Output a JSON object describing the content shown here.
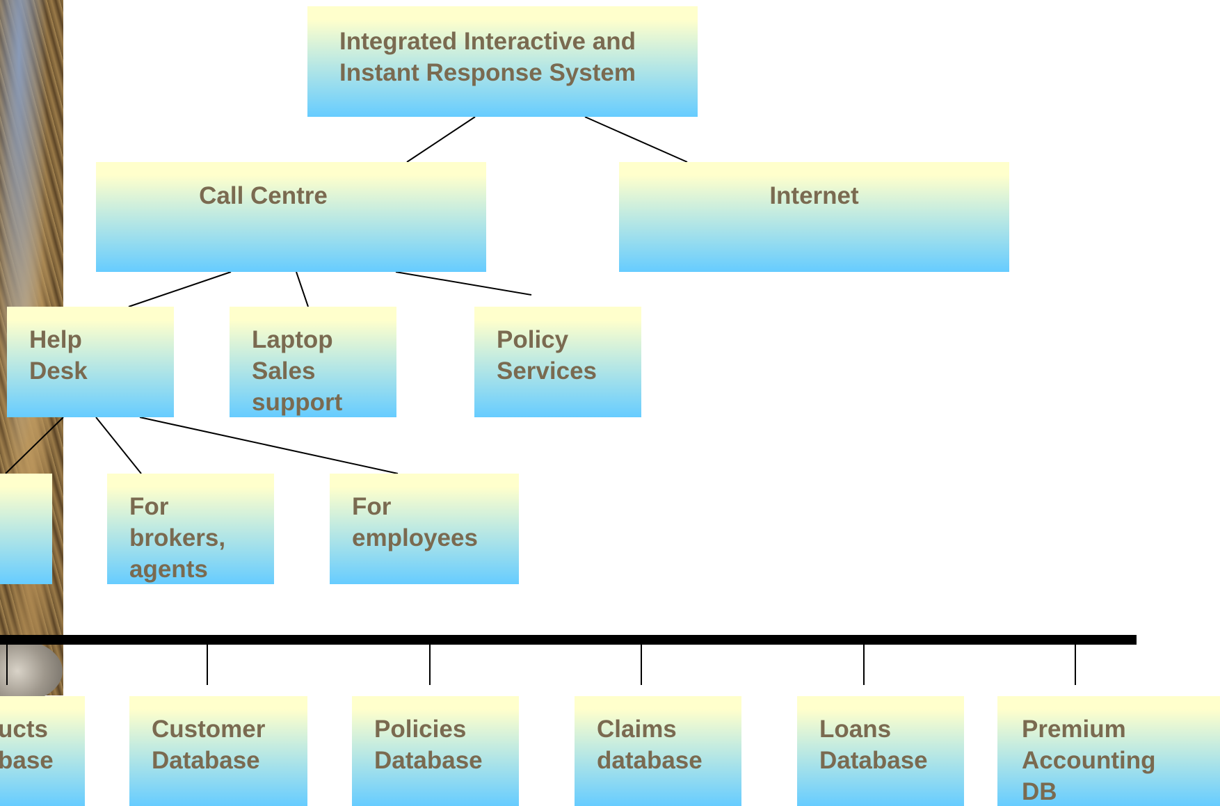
{
  "diagram": {
    "root": {
      "label_line1": "Integrated Interactive and",
      "label_line2": "Instant Response System"
    },
    "level1": {
      "call_centre": "Call Centre",
      "internet": "Internet"
    },
    "level2": {
      "help_desk": [
        "Help",
        "Desk"
      ],
      "laptop_sales": [
        "Laptop",
        "Sales",
        "support"
      ],
      "policy_services": [
        "Policy",
        "Services"
      ]
    },
    "level3": {
      "for_brokers": [
        "For",
        "brokers,",
        "agents"
      ],
      "for_employees": [
        "For",
        "employees"
      ]
    },
    "databases": [
      [
        "ucts",
        "base"
      ],
      [
        "Customer",
        "Database"
      ],
      [
        "Policies",
        "Database"
      ],
      [
        "Claims",
        "database"
      ],
      [
        "Loans",
        "Database"
      ],
      [
        "Premium",
        "Accounting",
        "DB"
      ]
    ],
    "colors": {
      "box_top": "#ffffcc",
      "box_bottom": "#66ccff",
      "text": "#7a6a50",
      "bus": "#000000"
    }
  }
}
